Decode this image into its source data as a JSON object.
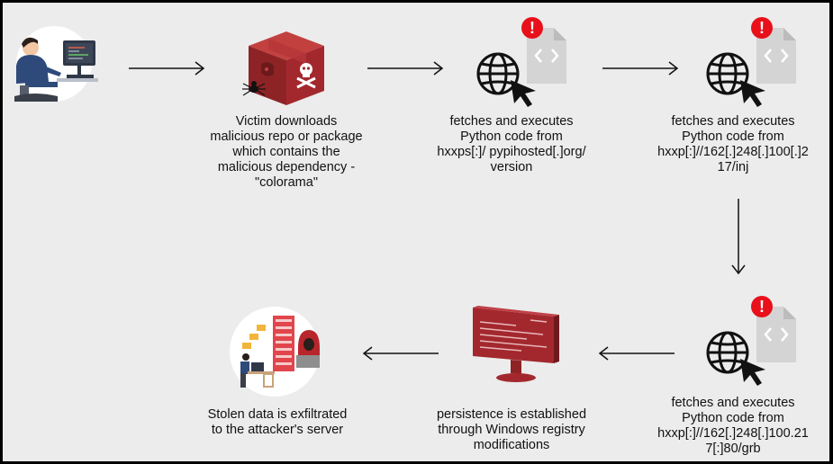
{
  "steps": {
    "download": {
      "lines": [
        "Victim downloads",
        "malicious repo or package",
        "which contains the",
        "malicious dependency -",
        "\"colorama\""
      ]
    },
    "fetch1": {
      "lines": [
        "fetches and executes",
        "Python code from",
        "hxxps[:]/ pypihosted[.]org/",
        "version"
      ]
    },
    "fetch2": {
      "lines": [
        "fetches and executes",
        "Python code from",
        "hxxp[:]//162[.]248[.]100[.]2",
        "17/inj"
      ]
    },
    "fetch3": {
      "lines": [
        "fetches and executes",
        "Python code from",
        "hxxp[:]//162[.]248[.]100.21",
        "7[:]80/grb"
      ]
    },
    "persistence": {
      "lines": [
        "persistence is established",
        "through Windows registry",
        "modifications"
      ]
    },
    "exfil": {
      "lines": [
        "Stolen data is exfiltrated",
        "to the attacker's server"
      ]
    }
  },
  "alert": {
    "symbol": "!"
  },
  "colors": {
    "alert_red": "#e8101a",
    "malware_red": "#a3282e",
    "dark": "#111111",
    "doc_grey": "#d4d4d4"
  }
}
